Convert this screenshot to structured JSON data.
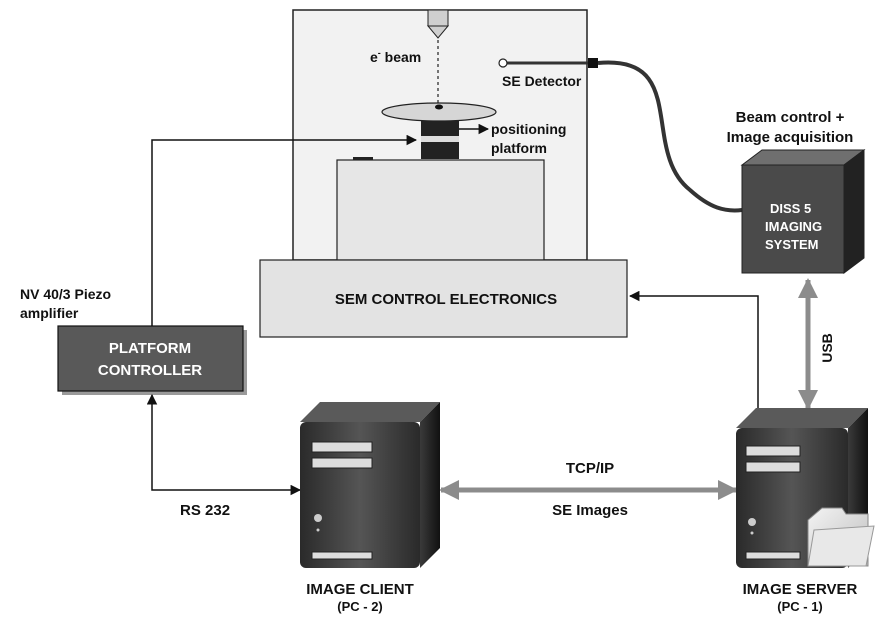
{
  "labels": {
    "e_beam_main": "e",
    "e_beam_sup": "-",
    "e_beam_rest": " beam",
    "se_detector": "SE Detector",
    "positioning": "positioning",
    "platform": "platform",
    "beam_control": "Beam control +",
    "image_acquisition": "Image acquisition",
    "diss_line1": "DISS 5",
    "diss_line2": "IMAGING",
    "diss_line3": "SYSTEM",
    "sem_control": "SEM CONTROL ELECTRONICS",
    "nv_line1": "NV 40/3 Piezo",
    "nv_line2": "amplifier",
    "platform_controller_1": "PLATFORM",
    "platform_controller_2": "CONTROLLER",
    "usb": "USB",
    "tcp_ip": "TCP/IP",
    "se_images": "SE Images",
    "rs232": "RS 232",
    "image_client": "IMAGE CLIENT",
    "image_client_sub": "(PC - 2)",
    "image_server": "IMAGE SERVER",
    "image_server_sub": "(PC - 1)"
  },
  "icons": {
    "client_pc": "tower-computer-icon",
    "server_pc": "tower-computer-icon",
    "folder": "folder-icon"
  },
  "colors": {
    "chamber_fill": "#f2f2f2",
    "box_fill": "#e3e3e3",
    "dark_box": "#4a4a4a",
    "arrow_gray": "#8c8c8c",
    "line_black": "#111111"
  }
}
